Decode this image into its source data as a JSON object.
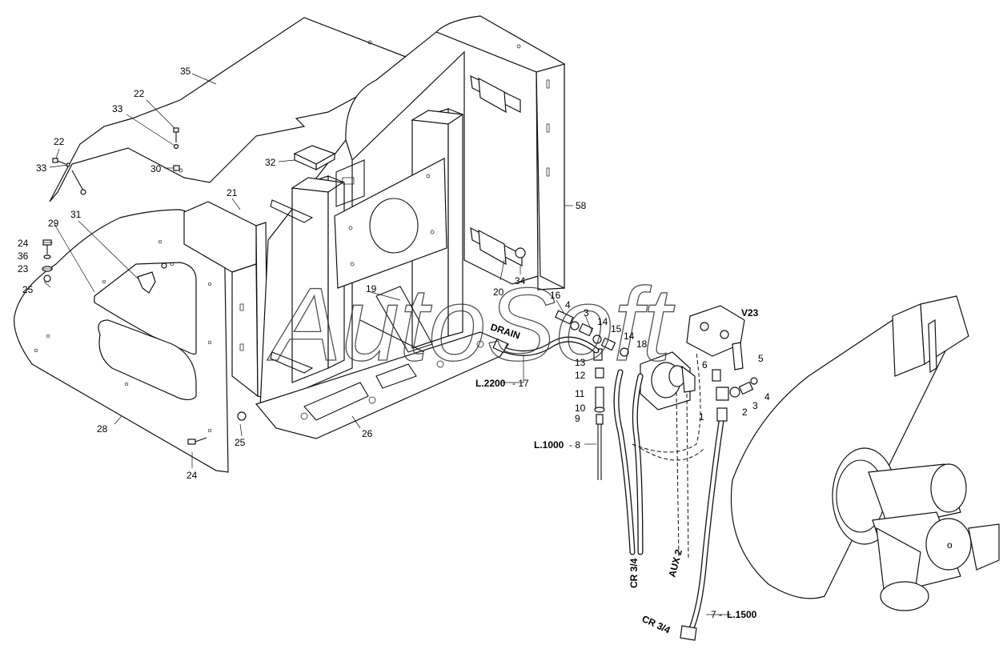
{
  "watermark": "AutoSoft",
  "callouts": [
    "35",
    "22",
    "33",
    "22",
    "33",
    "30",
    "32",
    "21",
    "58",
    "29",
    "31",
    "24",
    "36",
    "23",
    "25",
    "34",
    "20",
    "19",
    "16",
    "4",
    "3",
    "14",
    "15",
    "14",
    "18",
    "13",
    "12",
    "11",
    "10",
    "9",
    "6",
    "5",
    "4",
    "3",
    "2",
    "1",
    "28",
    "25",
    "26",
    "24"
  ],
  "hose_labels": {
    "drain": "DRAIN",
    "l2200_len": "L.2200",
    "l2200_num": "- 17",
    "l1000_len": "L.1000",
    "l1000_num": "- 8",
    "v23": "V23",
    "cr34_a": "CR 3/4",
    "aux2": "AUX 2",
    "cr34_b": "CR 3/4",
    "l1500_num": "7 -",
    "l1500_len": "L.1500"
  }
}
